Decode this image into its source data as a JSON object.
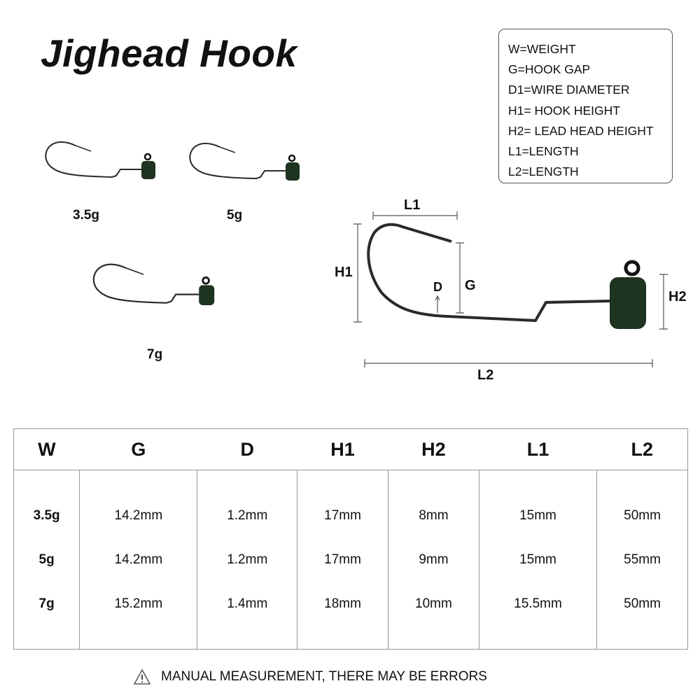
{
  "title": "Jighead Hook",
  "legend": [
    "W=WEIGHT",
    "G=HOOK GAP",
    "D1=WIRE DIAMETER",
    "H1= HOOK HEIGHT",
    "H2= LEAD HEAD HEIGHT",
    "L1=LENGTH",
    "L2=LENGTH"
  ],
  "variants": [
    {
      "label": "3.5g"
    },
    {
      "label": "5g"
    },
    {
      "label": "7g"
    }
  ],
  "diagram": {
    "labels": {
      "L1": "L1",
      "H1": "H1",
      "D": "D",
      "G": "G",
      "H2": "H2",
      "L2": "L2"
    },
    "colors": {
      "hook": "#2a2a2a",
      "lead_head": "#1e3320",
      "dim_line": "#555555"
    }
  },
  "table": {
    "headers": [
      "W",
      "G",
      "D",
      "H1",
      "H2",
      "L1",
      "L2"
    ],
    "rows": [
      [
        "3.5g",
        "14.2mm",
        "1.2mm",
        "17mm",
        "8mm",
        "15mm",
        "50mm"
      ],
      [
        "5g",
        "14.2mm",
        "1.2mm",
        "17mm",
        "9mm",
        "15mm",
        "55mm"
      ],
      [
        "7g",
        "15.2mm",
        "1.4mm",
        "18mm",
        "10mm",
        "15.5mm",
        "50mm"
      ]
    ]
  },
  "note": {
    "icon": "warning-triangle-icon",
    "text": "MANUAL MEASUREMENT, THERE MAY BE ERRORS"
  }
}
